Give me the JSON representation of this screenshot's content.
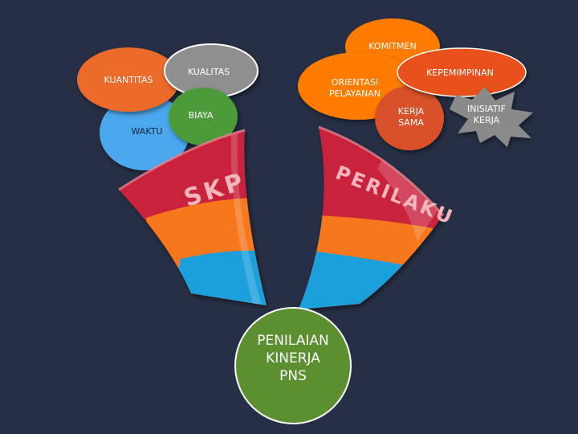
{
  "diagram": {
    "bubbles": {
      "komitmen": "KOMITMEN",
      "kuantitas": "KUANTITAS",
      "kualitas": "KUALITAS",
      "orientasi": "ORIENTASI\nPELAYANAN",
      "kepemimpinan": "KEPEMIMPINAN",
      "biaya": "BIAYA",
      "kerja_sama": "KERJA\nSAMA",
      "waktu": "WAKTU",
      "inisiatif": "INISIATIF\nKERJA"
    },
    "funnels": {
      "left_label": "SKP",
      "right_label": "PERILAKU"
    },
    "result": "PENILAIAN\nKINERJA\nPNS"
  },
  "colors": {
    "background": "#262f45",
    "komitmen": "#ff7c00",
    "kuantitas": "#ec6a2a",
    "kualitas": "#8f8f8f",
    "orientasi": "#ff7c00",
    "kepemimpinan": "#e8511e",
    "biaya": "#4e9a3a",
    "kerja_sama": "#d8512a",
    "waktu": "#4ba8ee",
    "inisiatif": "#8a8a8a",
    "funnel_red": "#c9233c",
    "funnel_orange": "#f7771e",
    "funnel_blue": "#1f9fdd",
    "result": "#5b8f2f"
  }
}
